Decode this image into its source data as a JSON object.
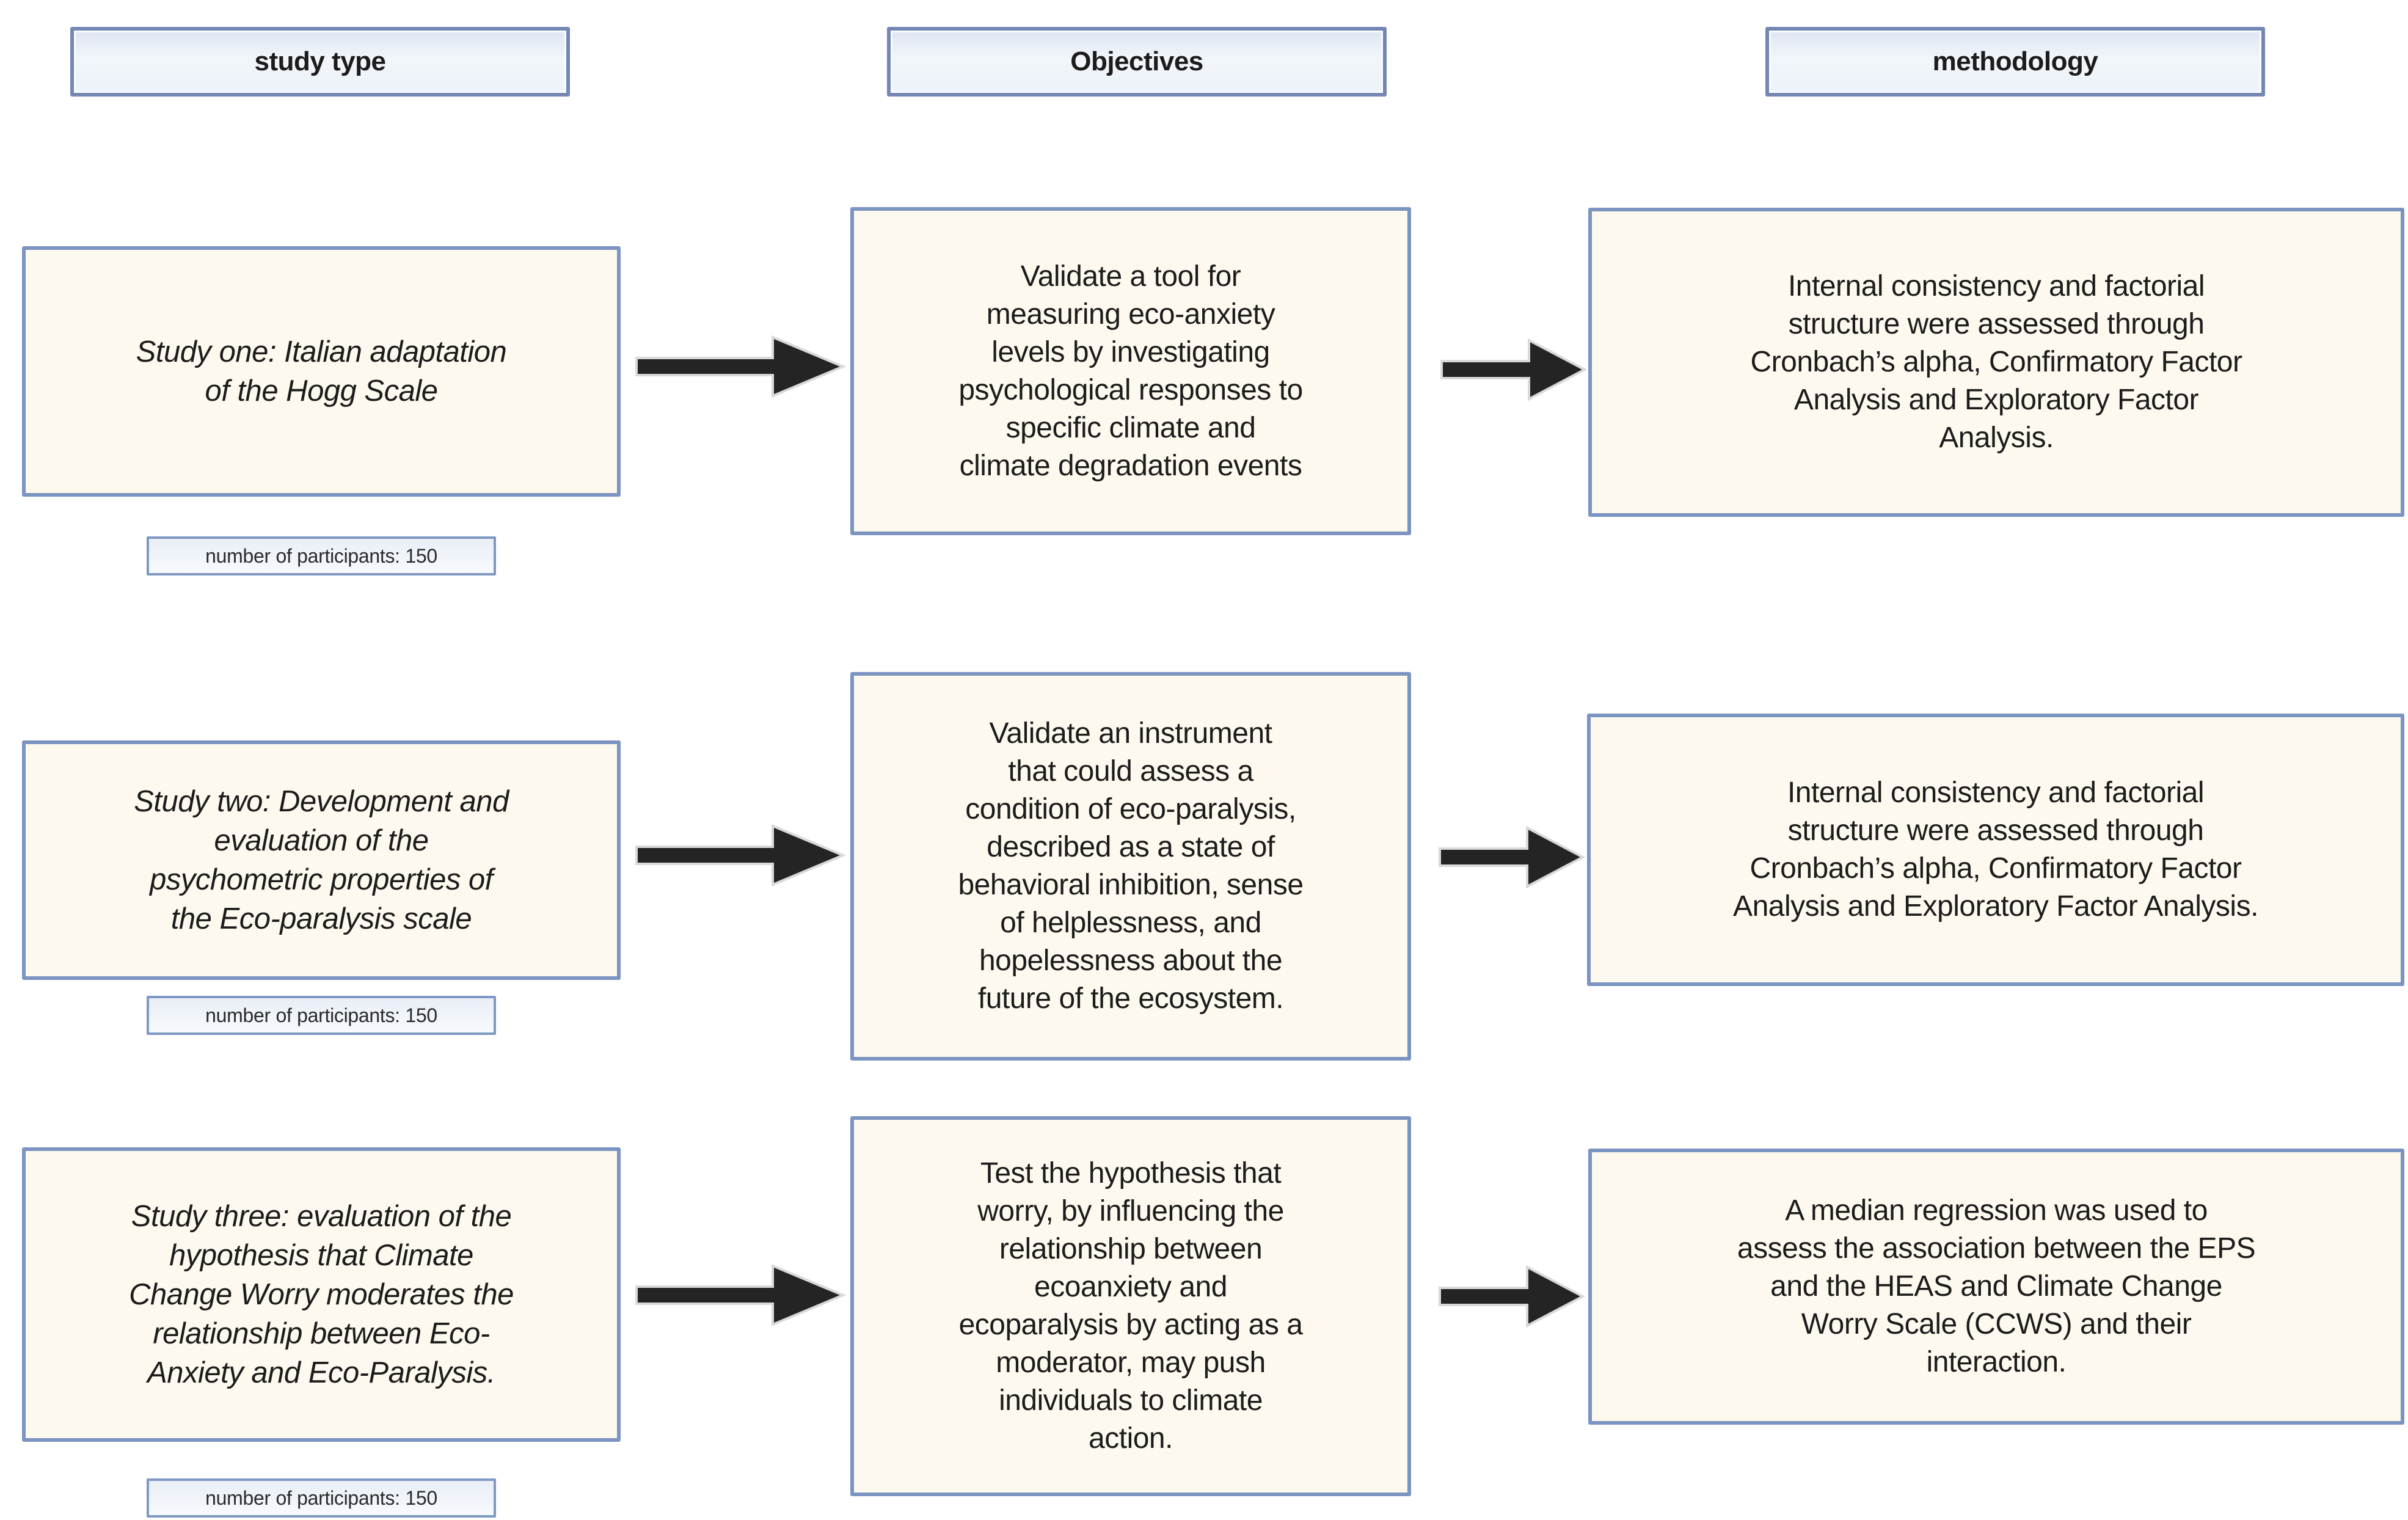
{
  "diagram": {
    "headers": [
      {
        "label": "study type"
      },
      {
        "label": "Objectives"
      },
      {
        "label": "methodology"
      }
    ],
    "rows": [
      {
        "study": "Study one: Italian adaptation\nof the Hogg Scale",
        "participants": "number of participants: 150",
        "objective": "Validate a tool for\nmeasuring eco-anxiety\nlevels by investigating\npsychological responses to\nspecific climate and\nclimate degradation events",
        "methodology": "Internal consistency and factorial\nstructure were assessed through\nCronbach’s alpha, Confirmatory Factor\nAnalysis and Exploratory Factor\nAnalysis."
      },
      {
        "study": "Study two: Development and\nevaluation of the\npsychometric properties of\nthe Eco-paralysis scale",
        "participants": "number of participants: 150",
        "objective": "Validate an instrument\nthat could assess a\ncondition of eco-paralysis,\ndescribed as a state of\nbehavioral inhibition, sense\nof helplessness, and\nhopelessness about the\nfuture of the ecosystem.",
        "methodology": "Internal consistency and factorial\nstructure were assessed through\nCronbach’s alpha, Confirmatory Factor\nAnalysis and Exploratory Factor Analysis."
      },
      {
        "study": "Study three: evaluation of the\nhypothesis that Climate\nChange Worry moderates the\nrelationship between Eco-\nAnxiety and Eco-Paralysis.",
        "participants": "number of participants: 150",
        "objective": "Test the hypothesis that\nworry, by influencing the\nrelationship between\necoanxiety and\necoparalysis by acting as a\nmoderator, may push\nindividuals to climate\naction.",
        "methodology": "A median regression was used to\nassess the association between the EPS\nand the HEAS and Climate Change\nWorry Scale (CCWS) and their\ninteraction."
      }
    ],
    "colors": {
      "box_border_blue": "#7b94c1",
      "header_fill": "#edf2f9",
      "node_fill_cream": "#fdf9ee",
      "arrow_fill": "#242424",
      "arrow_outline": "#d9d9d9",
      "text": "#1c1c1c",
      "background": "#ffffff"
    }
  }
}
